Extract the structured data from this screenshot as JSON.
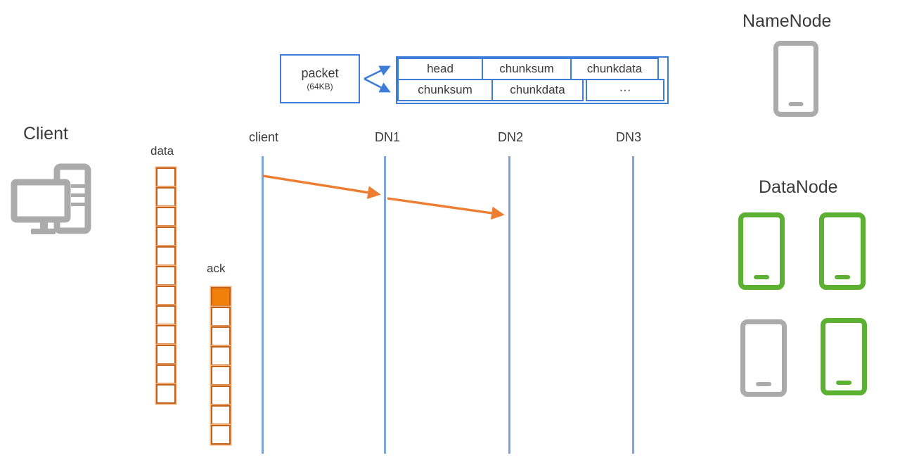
{
  "client": {
    "label": "Client"
  },
  "packet": {
    "label": "packet",
    "size": "(64KB)"
  },
  "packet_table": {
    "rows": [
      {
        "cells": [
          "head",
          "chunksum",
          "chunkdata"
        ]
      },
      {
        "cells": [
          "chunksum",
          "chunkdata",
          "···"
        ]
      }
    ]
  },
  "stacks": {
    "data": {
      "label": "data",
      "cell_count": 12,
      "filled_count": 0
    },
    "ack": {
      "label": "ack",
      "cell_count": 8,
      "filled_count": 1
    }
  },
  "lifelines": [
    {
      "label": "client"
    },
    {
      "label": "DN1"
    },
    {
      "label": "DN2"
    },
    {
      "label": "DN3"
    }
  ],
  "arrows": [
    {
      "from": "client",
      "to": "DN1"
    },
    {
      "from": "DN1",
      "to": "DN2"
    }
  ],
  "namenode": {
    "label": "NameNode"
  },
  "datanode": {
    "label": "DataNode",
    "instances": [
      {
        "state": "active"
      },
      {
        "state": "active"
      },
      {
        "state": "inactive"
      },
      {
        "state": "active"
      }
    ]
  },
  "colors": {
    "box_blue": "#3d7cd8",
    "lifeline_blue": "#7ca5dc",
    "arrow_orange": "#ed7d31",
    "ack_fill_orange": "#f0800a",
    "stack_border_orange": "#c4611b",
    "stack_glow_orange": "#f2b37e",
    "node_gray": "#ababab",
    "node_green": "#5cb032",
    "text_dark": "#3a3a3a"
  }
}
